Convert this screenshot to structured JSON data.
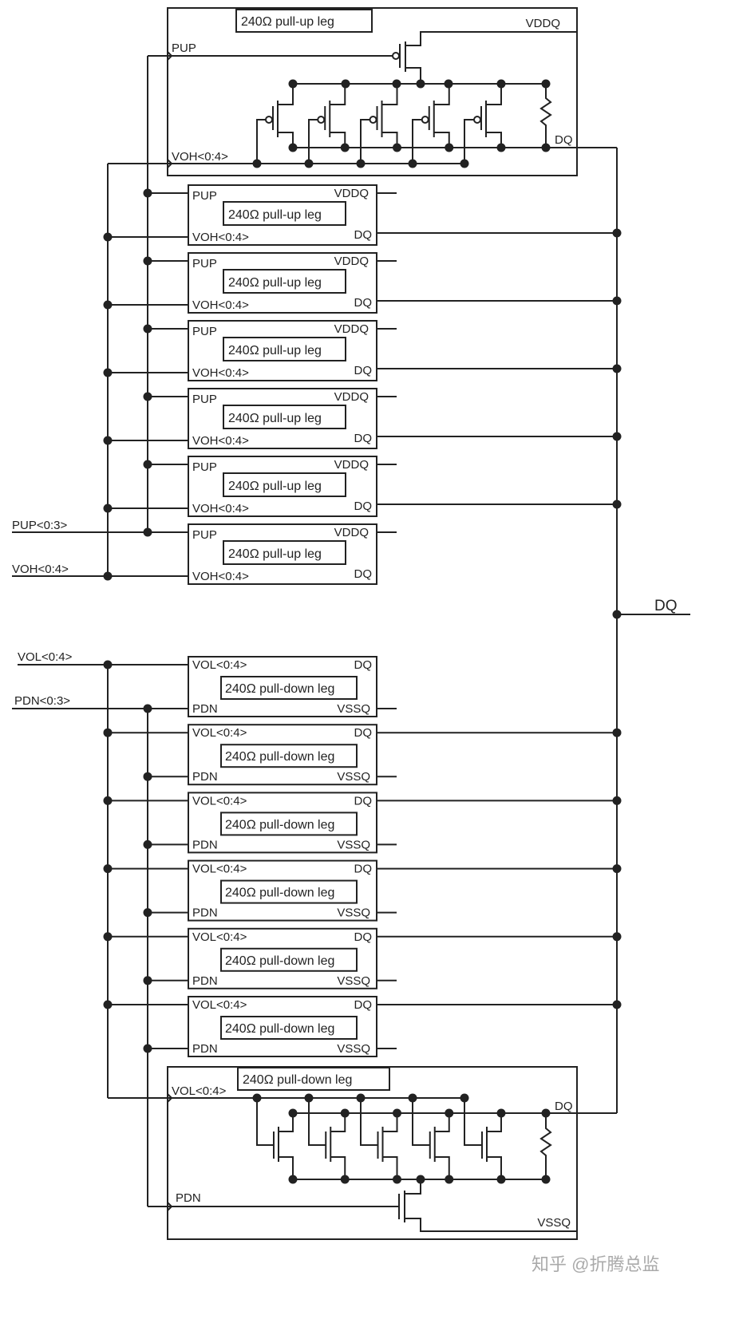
{
  "pullup_detail": {
    "label": "240Ω pull-up leg",
    "pup": "PUP",
    "voh": "VOH<0:4>",
    "vddq": "VDDQ",
    "dq": "DQ"
  },
  "pullup_legs": [
    {
      "label": "240Ω  pull-up leg",
      "pup": "PUP",
      "vddq": "VDDQ",
      "voh": "VOH<0:4>",
      "dq": "DQ"
    },
    {
      "label": "240Ω pull-up leg",
      "pup": "PUP",
      "vddq": "VDDQ",
      "voh": "VOH<0:4>",
      "dq": "DQ"
    },
    {
      "label": "240Ω pull-up leg",
      "pup": "PUP",
      "vddq": "VDDQ",
      "voh": "VOH<0:4>",
      "dq": "DQ"
    },
    {
      "label": "240Ω pull-up leg",
      "pup": "PUP",
      "vddq": "VDDQ",
      "voh": "VOH<0:4>",
      "dq": "DQ"
    },
    {
      "label": "240Ω pull-up leg",
      "pup": "PUP",
      "vddq": "VDDQ",
      "voh": "VOH<0:4>",
      "dq": "DQ"
    },
    {
      "label": "240Ω pull-up leg",
      "pup": "PUP",
      "vddq": "VDDQ",
      "voh": "VOH<0:4>",
      "dq": "DQ"
    }
  ],
  "pulldown_legs": [
    {
      "label": "240Ω pull-down leg",
      "vol": "VOL<0:4>",
      "dq": "DQ",
      "pdn": "PDN",
      "vssq": "VSSQ"
    },
    {
      "label": "240Ω pull-down leg",
      "vol": "VOL<0:4>",
      "dq": "DQ",
      "pdn": "PDN",
      "vssq": "VSSQ"
    },
    {
      "label": "240Ω pull-down leg",
      "vol": "VOL<0:4>",
      "dq": "DQ",
      "pdn": "PDN",
      "vssq": "VSSQ"
    },
    {
      "label": "240Ω pull-down leg",
      "vol": "VOL<0:4>",
      "dq": "DQ",
      "pdn": "PDN",
      "vssq": "VSSQ"
    },
    {
      "label": "240Ω pull-down leg",
      "vol": "VOL<0:4>",
      "dq": "DQ",
      "pdn": "PDN",
      "vssq": "VSSQ"
    },
    {
      "label": "240Ω pull-down leg",
      "vol": "VOL<0:4>",
      "dq": "DQ",
      "pdn": "PDN",
      "vssq": "VSSQ"
    }
  ],
  "pulldown_detail": {
    "label": "240Ω pull-down leg",
    "vol": "VOL<0:4>",
    "dq": "DQ",
    "pdn": "PDN",
    "vssq": "VSSQ"
  },
  "inputs": {
    "pup": "PUP<0:3>",
    "voh": "VOH<0:4>",
    "vol": "VOL<0:4>",
    "pdn": "PDN<0:3>"
  },
  "output": {
    "dq": "DQ"
  },
  "watermark": "知乎 @折腾总监"
}
